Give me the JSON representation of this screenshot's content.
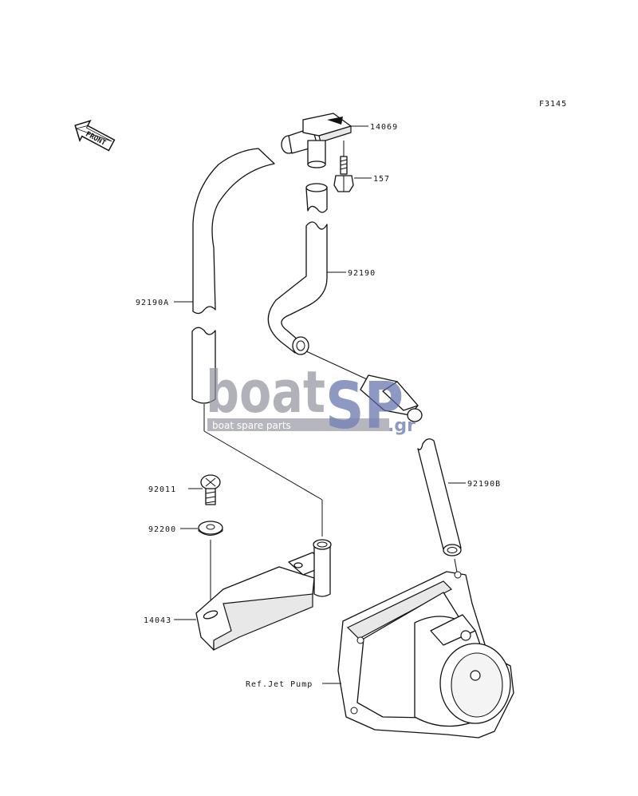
{
  "figure_code": "F3145",
  "front_label": "FRONT",
  "callouts": {
    "p14069": "14069",
    "p157": "157",
    "p92190": "92190",
    "p92190A": "92190A",
    "p92011": "92011",
    "p92200": "92200",
    "p92190B": "92190B",
    "p14043": "14043",
    "ref": "Ref.Jet Pump"
  },
  "watermark": {
    "brand_main": "boat",
    "brand_accent": "SP",
    "brand_suffix": ".gr",
    "tagline": "boat spare parts",
    "gray": "#8e8e9a",
    "blue": "#5a6aa8"
  }
}
